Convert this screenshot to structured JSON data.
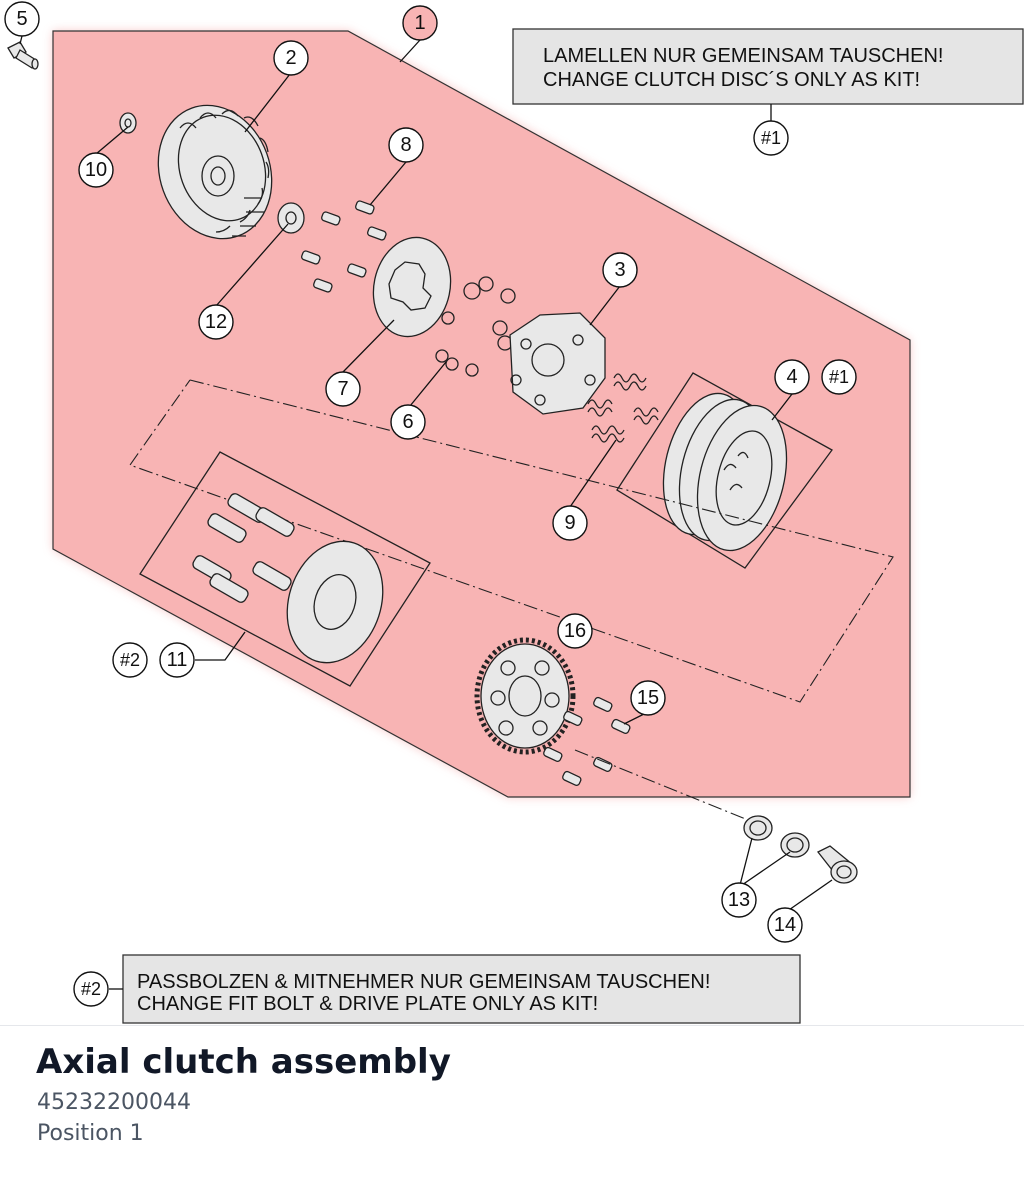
{
  "diagram": {
    "note_1": {
      "line_1": "LAMELLEN NUR GEMEINSAM TAUSCHEN!",
      "line_2": "CHANGE CLUTCH DISC´S ONLY AS KIT!",
      "ref": "#1"
    },
    "note_2": {
      "line_1": "PASSBOLZEN & MITNEHMER NUR GEMEINSAM TAUSCHEN!",
      "line_2": "CHANGE FIT BOLT & DRIVE PLATE ONLY AS KIT!",
      "ref": "#2"
    },
    "highlight_color": "#f8b4b4",
    "callouts": {
      "c1": "1",
      "c2": "2",
      "c3": "3",
      "c4": "4",
      "c5": "5",
      "c6": "6",
      "c7": "7",
      "c8": "8",
      "c9": "9",
      "c10": "10",
      "c11": "11",
      "c12": "12",
      "c13": "13",
      "c14": "14",
      "c15": "15",
      "c16": "16",
      "k4": "#1",
      "k11": "#2"
    }
  },
  "footer": {
    "title": "Axial clutch assembly",
    "part_number": "45232200044",
    "position": "Position 1"
  }
}
